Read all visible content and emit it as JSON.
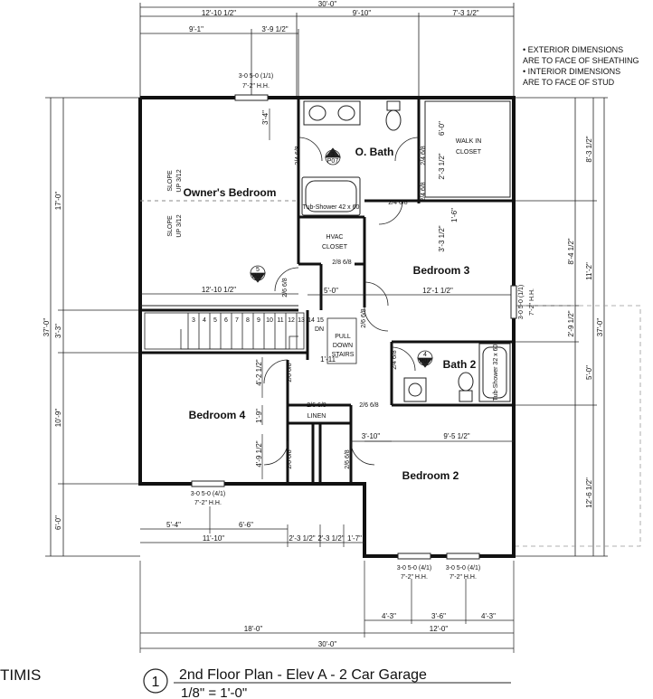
{
  "notes": [
    "• EXTERIOR DIMENSIONS",
    "ARE TO FACE OF SHEATHING",
    "• INTERIOR DIMENSIONS",
    "ARE TO FACE OF STUD"
  ],
  "title": {
    "number": "1",
    "main": "2nd Floor Plan - Elev A - 2 Car Garage",
    "scale": "1/8\" = 1'-0\"",
    "left_fragment": "TIMIS"
  },
  "rooms": {
    "owners_bedroom": "Owner's Bedroom",
    "o_bath": "O. Bath",
    "walk_in_closet_1": "WALK IN",
    "walk_in_closet_2": "CLOSET",
    "hvac_1": "HVAC",
    "hvac_2": "CLOSET",
    "bedroom3": "Bedroom 3",
    "bedroom4": "Bedroom 4",
    "bedroom2": "Bedroom 2",
    "bath2": "Bath 2",
    "pull_1": "PULL",
    "pull_2": "DOWN",
    "pull_3": "STAIRS",
    "linen": "LINEN",
    "dn": "DN",
    "slope1a": "SLOPE",
    "slope1b": "UP 3/12",
    "slope2a": "SLOPE",
    "slope2b": "UP 3/12",
    "tub_shower": "Tub-Shower 42 x 60",
    "tub_shower2": "Tub-Shower 32 x 60",
    "tag1_num": "3",
    "tag1_sheet": "P07",
    "tag2_num": "5",
    "tag2_sheet": "P07",
    "tag3_num": "4",
    "tag3_sheet": "P07"
  },
  "stair_numbers": [
    "3",
    "4",
    "5",
    "6",
    "7",
    "8",
    "9",
    "10",
    "11",
    "12",
    "13",
    "14",
    "15"
  ],
  "top_dims": {
    "overall": "30'-0\"",
    "d1": "12'-10 1/2\"",
    "d2": "9'-10\"",
    "d3": "7'-3 1/2\"",
    "d4": "9'-1\"",
    "d5": "3'-9 1/2\""
  },
  "bottom_dims": {
    "overall": "30'-0\"",
    "d18": "18'-0\"",
    "d12": "12'-0\"",
    "d43a": "4'-3\"",
    "d36": "3'-6\"",
    "d43b": "4'-3\"",
    "d1110": "11'-10\"",
    "d2312a": "2'-3 1/2\"",
    "d2312b": "2'-3 1/2\"",
    "d17": "1'-7\"",
    "d54": "5'-4\"",
    "d66": "6'-6\"",
    "d310": "3'-10\"",
    "d9512": "9'-5 1/2\"",
    "d1210a": "12'-10 1/2\"",
    "d1211": "12'-1 1/2\"",
    "d50": "5'-0\"",
    "d111": "1'-11\""
  },
  "left_dims": {
    "overall": "37'-0\"",
    "d170": "17'-0\"",
    "d33": "3'-3\"",
    "d109": "10'-9\"",
    "d60": "6'-0\"",
    "d34": "3'-4\"",
    "d4212": "4'-2 1/2\"",
    "d19": "1'-9\"",
    "d4912": "4'-9 1/2\""
  },
  "right_dims": {
    "overall": "37'-0\"",
    "d8312": "8'-3 1/2\"",
    "d112": "11'-2\"",
    "d8412": "8'-4 1/2\"",
    "d2912": "2'-9 1/2\"",
    "d50": "5'-0\"",
    "d12612": "12'-6 1/2\"",
    "d3312": "3'-3 1/2\"",
    "d2312": "2'-3 1/2\"",
    "d16": "1'-6\"",
    "d60": "6'-0\""
  },
  "windows": {
    "w_top_1": "3-0 5-0 (1/1)",
    "w_top_2": "7'-2\" H.H.",
    "w_right_1": "3-0 5-0 (1/1)",
    "w_right_2": "7'-2\" H.H.",
    "w_b4_1": "3-0 5-0 (4/1)",
    "w_b4_2": "7'-2\" H.H.",
    "w_b2a_1": "3-0 5-0 (4/1)",
    "w_b2a_2": "7'-2\" H.H.",
    "w_b2b_1": "3-0 5-0 (4/1)",
    "w_b2b_2": "7'-2\" H.H."
  },
  "doors": {
    "d1": "2/4 6/8",
    "d2": "2/4 6/8",
    "d3": "2/4 6/8",
    "d4": "2/8 6/8",
    "d5": "2/6 6/8",
    "d6": "2/6 6/8",
    "d7": "2/6 6/8",
    "d8": "2/6 6/8",
    "d9": "2/6 6/8",
    "d10": "2/6 6/8",
    "d11": "2/4 6/8",
    "d12": "2/6 6/8",
    "d13": "2/4 6/8"
  },
  "colors": {
    "wall": "#111111",
    "line": "#222222",
    "dashed": "#888888"
  }
}
